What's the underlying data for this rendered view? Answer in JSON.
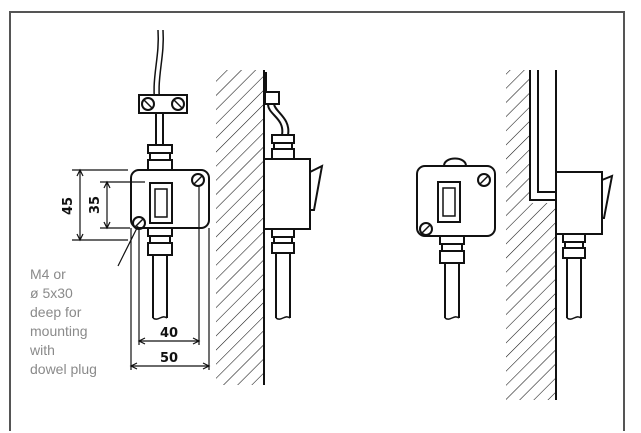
{
  "dimensions": {
    "outer_height": "45",
    "inner_height": "35",
    "inner_width": "40",
    "outer_width": "50"
  },
  "note_lines": [
    "M4 or",
    "ø 5x30",
    "deep for",
    "mounting",
    "with",
    "dowel plug"
  ],
  "colors": {
    "stroke": "#111111",
    "frame": "#555555",
    "note": "#8a8a8a"
  }
}
